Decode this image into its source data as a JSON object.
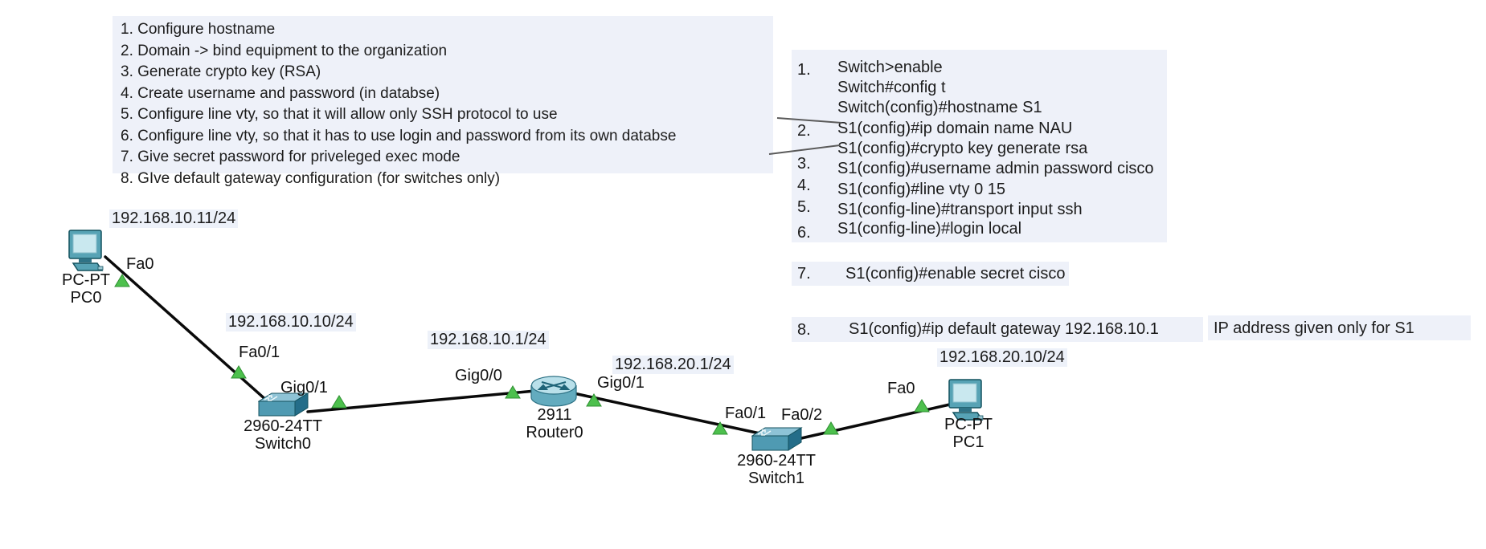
{
  "instructions": {
    "items": [
      "1. Configure hostname",
      "2. Domain -> bind equipment to the organization",
      "3. Generate crypto key (RSA)",
      "4. Create username and password (in databse)",
      "5. Configure line vty, so that it will allow only SSH protocol to use",
      "6. Configure line vty, so that it has to use login and password from its own databse",
      "7. Give secret password for priveleged exec mode",
      "8. GIve default gateway configuration (for switches only)"
    ]
  },
  "cli": {
    "numbers": [
      "1.",
      "2.",
      "3.",
      "4.",
      "5.",
      "6.",
      "7.",
      "8."
    ],
    "lines": [
      "Switch>enable",
      "Switch#config t",
      "Switch(config)#hostname S1",
      "S1(config)#ip domain name NAU",
      "S1(config)#crypto key generate rsa",
      "S1(config)#username admin password cisco",
      "S1(config)#line vty 0 15",
      "S1(config-line)#transport input ssh",
      "S1(config-line)#login local",
      "S1(config)#enable secret cisco",
      "S1(config)#ip default gateway 192.168.10.1"
    ],
    "note": "IP address given only for S1"
  },
  "topology": {
    "pc0": {
      "ip": "192.168.10.11/24",
      "port": "Fa0",
      "type": "PC-PT",
      "name": "PC0"
    },
    "switch0": {
      "ip": "192.168.10.10/24",
      "port_left": "Fa0/1",
      "port_right": "Gig0/1",
      "model": "2960-24TT",
      "name": "Switch0"
    },
    "router0": {
      "ip_left": "192.168.10.1/24",
      "ip_right": "192.168.20.1/24",
      "port_left": "Gig0/0",
      "port_right": "Gig0/1",
      "model": "2911",
      "name": "Router0"
    },
    "switch1": {
      "port_left": "Fa0/1",
      "port_right": "Fa0/2",
      "model": "2960-24TT",
      "name": "Switch1"
    },
    "pc1": {
      "ip": "192.168.20.10/24",
      "port": "Fa0",
      "type": "PC-PT",
      "name": "PC1"
    }
  },
  "colors": {
    "note_background": "#eef1f9",
    "link": "#0a0a0a",
    "port_up_green": "#4dc04d",
    "device_teal": "#4f9ab2",
    "device_teal_light": "#bfe3ec",
    "text": "#1c1c1c"
  }
}
